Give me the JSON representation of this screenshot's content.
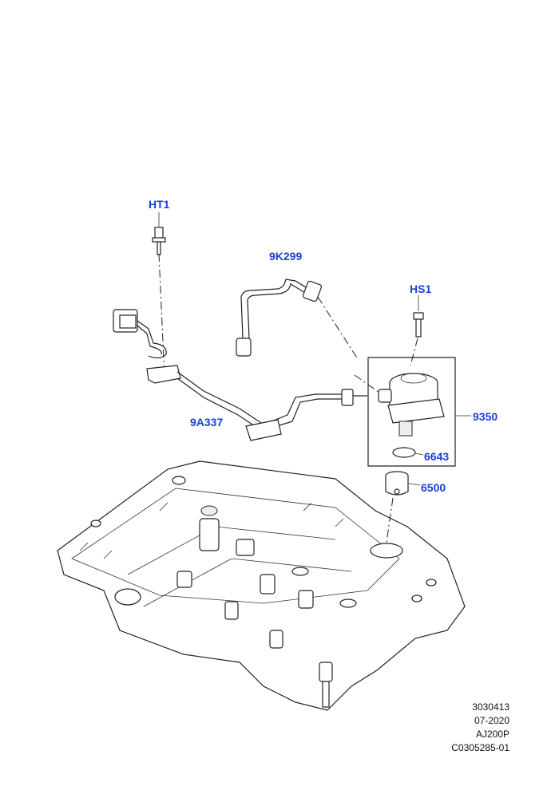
{
  "callouts": {
    "ht1": "HT1",
    "k299": "9K299",
    "hs1": "HS1",
    "a337": "9A337",
    "p9350": "9350",
    "p6643": "6643",
    "p6500": "6500"
  },
  "meta": {
    "line1": "3030413",
    "line2": "07-2020",
    "line3": "AJ200P",
    "line4": "C0305285-01"
  },
  "colors": {
    "callout": "#1a3fd6",
    "line": "#222222"
  }
}
